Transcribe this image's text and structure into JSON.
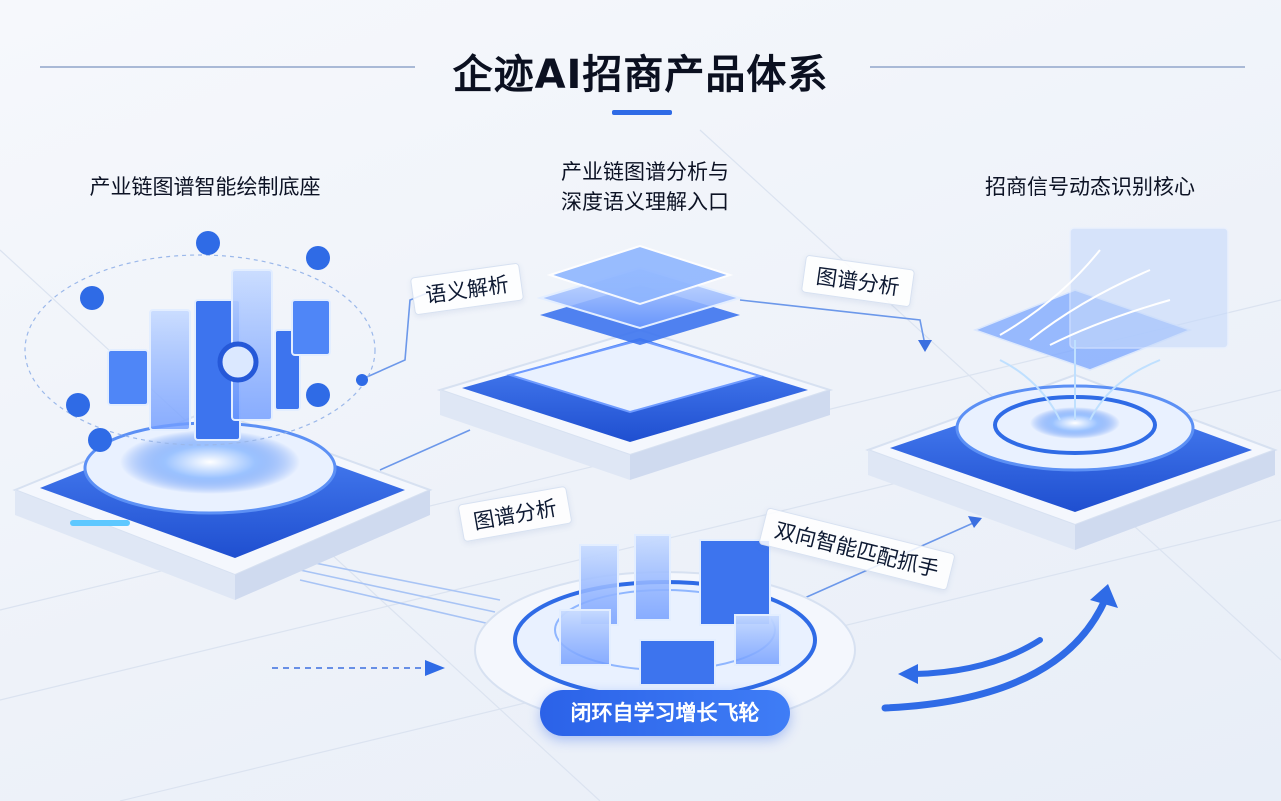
{
  "title": "企迹AI招商产品体系",
  "modules": {
    "left": "产业链图谱智能绘制底座",
    "center_line1": "产业链图谱分析与",
    "center_line2": "深度语义理解入口",
    "right": "招商信号动态识别核心",
    "bottom": "闭环自学习增长飞轮"
  },
  "connectors": {
    "semantic": "语义解析",
    "graph_top": "图谱分析",
    "graph_bottom": "图谱分析",
    "match": "双向智能匹配抓手"
  },
  "colors": {
    "primary_blue": "#2f6be6",
    "light_blue": "#8fb6ff",
    "platform_white": "#f4f7fd",
    "text_dark": "#0c1224"
  }
}
